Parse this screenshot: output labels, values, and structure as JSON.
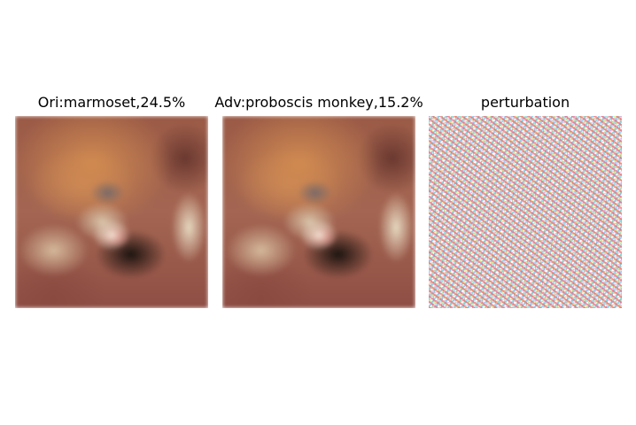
{
  "panels": [
    {
      "title": "Ori:marmoset,24.5%",
      "image": "original-image"
    },
    {
      "title": "Adv:proboscis monkey,15.2%",
      "image": "adversarial-image"
    },
    {
      "title": "perturbation",
      "image": "perturbation-noise-image"
    }
  ]
}
